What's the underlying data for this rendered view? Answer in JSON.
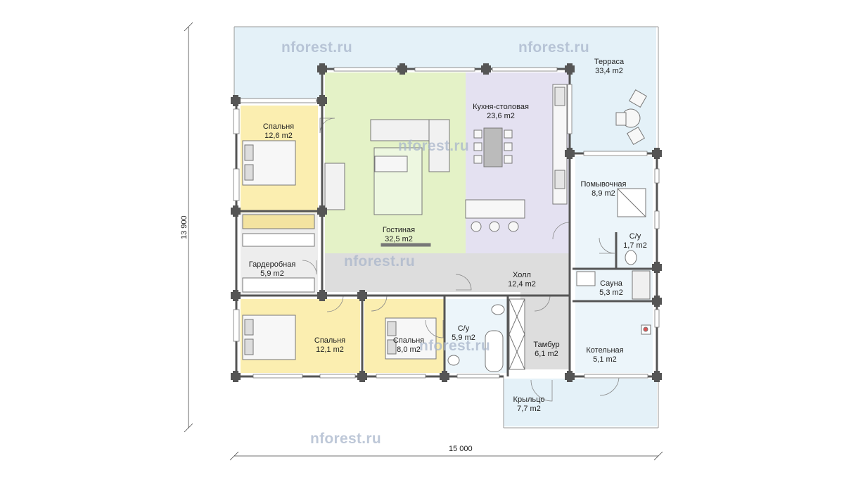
{
  "colors": {
    "terrace": "#e4f1f8",
    "wetrooms": "#ecf5fa",
    "bedroom": "#fbeeb0",
    "living": "#e4f2c7",
    "kitchen": "#e4e1f1",
    "hall": "#dddddd",
    "wardrobe": "#ededed",
    "wall": "#555555"
  },
  "watermark": "nforest.ru",
  "dimensions": {
    "width_label": "15 000",
    "height_label": "13 900"
  },
  "rooms": [
    {
      "id": "terrace",
      "name": "Терраса",
      "area": "33,4 m2"
    },
    {
      "id": "bedroom-1",
      "name": "Спальня",
      "area": "12,6 m2"
    },
    {
      "id": "kitchen",
      "name": "Кухня-столовая",
      "area": "23,6 m2"
    },
    {
      "id": "wash",
      "name": "Помывочная",
      "area": "8,9 m2"
    },
    {
      "id": "wc-1",
      "name": "С/у",
      "area": "1,7 m2"
    },
    {
      "id": "living",
      "name": "Гостиная",
      "area": "32,5 m2"
    },
    {
      "id": "wardrobe",
      "name": "Гардеробная",
      "area": "5,9 m2"
    },
    {
      "id": "hall",
      "name": "Холл",
      "area": "12,4 m2"
    },
    {
      "id": "sauna",
      "name": "Сауна",
      "area": "5,3 m2"
    },
    {
      "id": "bedroom-2",
      "name": "Спальня",
      "area": "12,1 m2"
    },
    {
      "id": "bedroom-3",
      "name": "Спальня",
      "area": "8,0 m2"
    },
    {
      "id": "wc-2",
      "name": "С/у",
      "area": "5,9 m2"
    },
    {
      "id": "vestibule",
      "name": "Тамбур",
      "area": "6,1 m2"
    },
    {
      "id": "boiler",
      "name": "Котельная",
      "area": "5,1 m2"
    },
    {
      "id": "porch",
      "name": "Крыльцо",
      "area": "7,7 m2"
    }
  ]
}
